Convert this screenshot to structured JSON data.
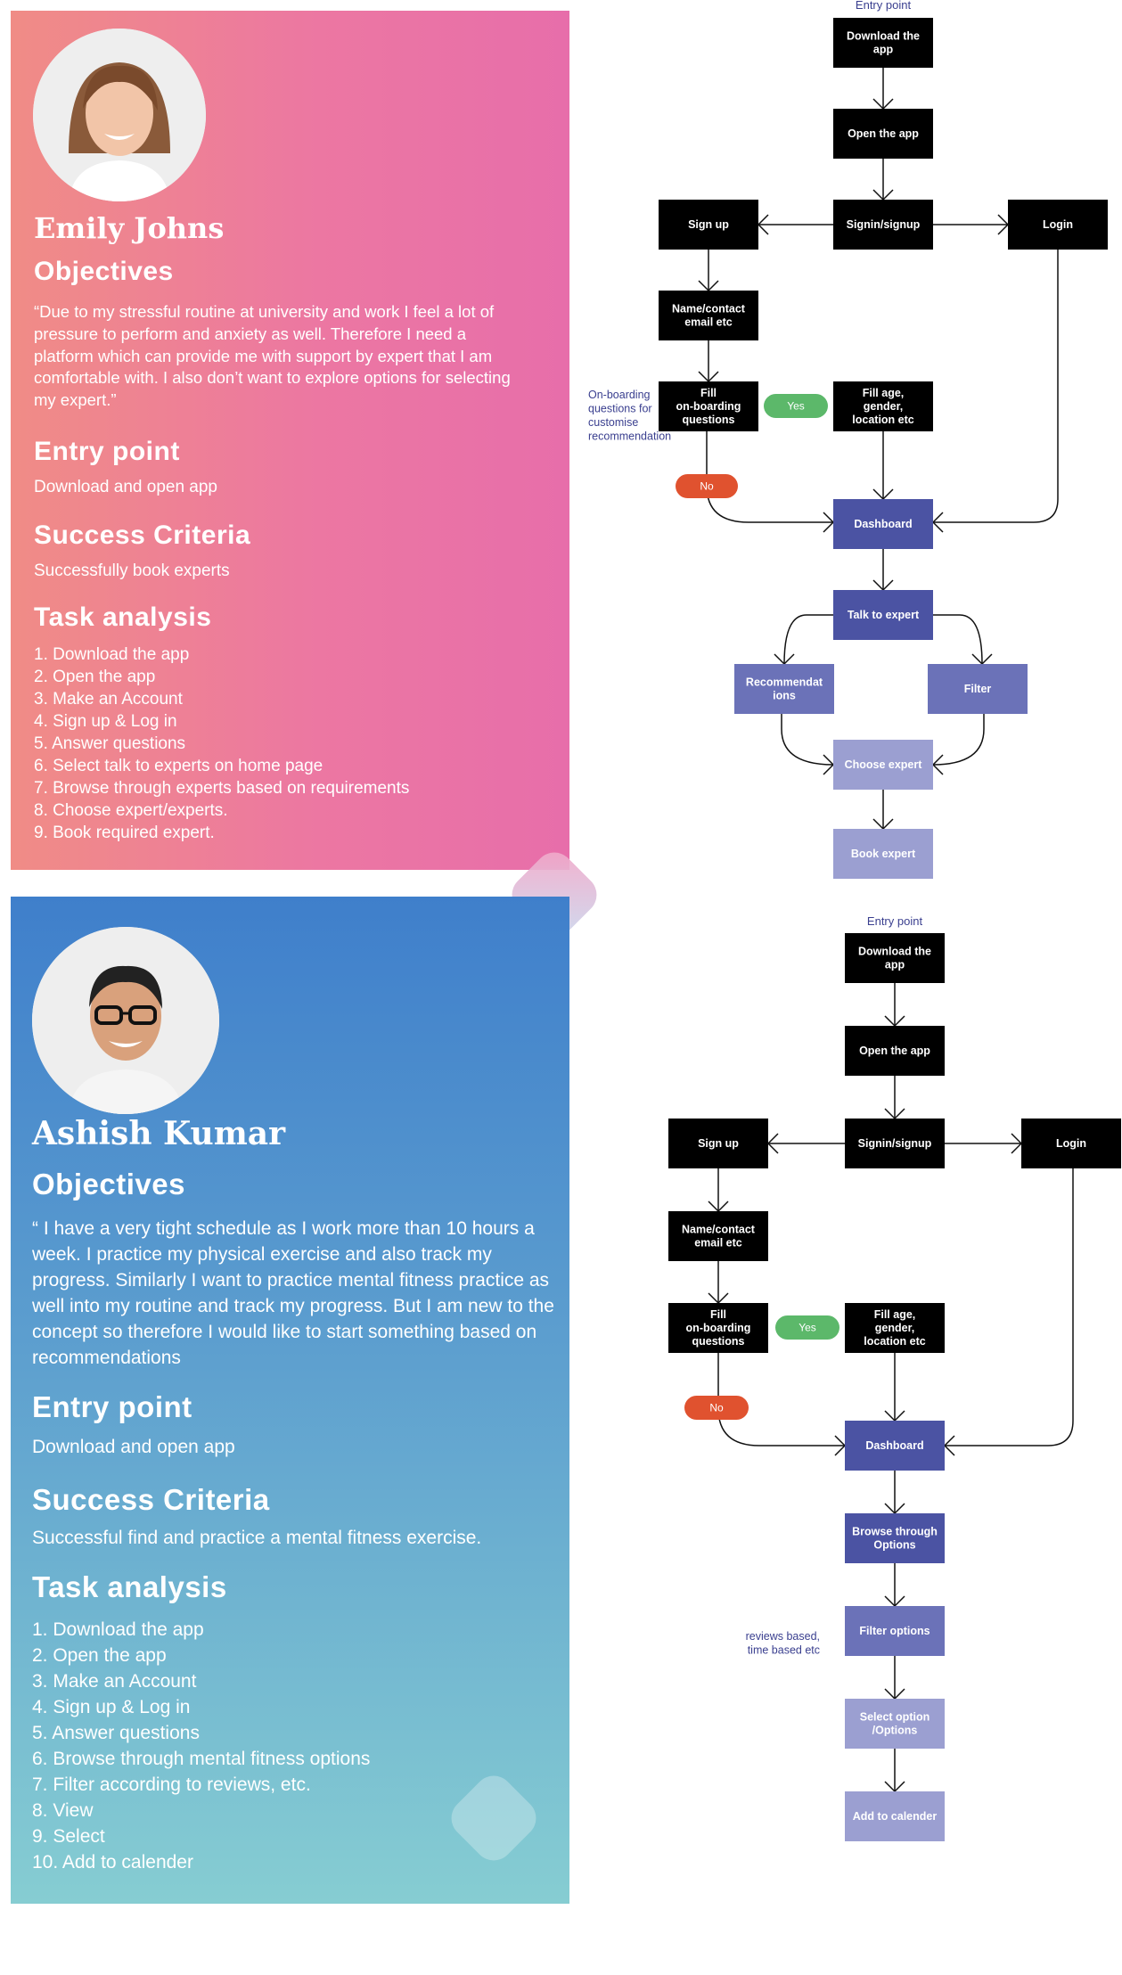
{
  "personas": [
    {
      "name": "Emily Johns",
      "objectives_heading": "Objectives",
      "objectives": "“Due to my stressful routine at university and work I feel a lot of pressure to perform and anxiety as well. Therefore I need a platform which can provide me with support by expert that I am comfortable with. I also don’t want to explore options for selecting my expert.”",
      "entry_heading": "Entry point",
      "entry": "Download and open app",
      "success_heading": "Success Criteria",
      "success": "Successfully book experts",
      "task_heading": "Task analysis",
      "tasks": [
        "1. Download the app",
        "2. Open the app",
        "3. Make an Account",
        "4. Sign up & Log in",
        "5. Answer questions",
        "6. Select talk to experts on home page",
        "7. Browse through experts based on requirements",
        "8. Choose expert/experts.",
        "9. Book required expert."
      ]
    },
    {
      "name": "Ashish Kumar",
      "objectives_heading": "Objectives",
      "objectives": "“ I have a very tight schedule as I work more than 10 hours a week. I practice my physical exercise and also track my progress. Similarly I want to practice mental fitness practice as well into my routine and track my progress. But I am new to the concept so therefore I would like to start something based on recommendations",
      "entry_heading": "Entry point",
      "entry": "Download and open app",
      "success_heading": "Success Criteria",
      "success": "Successful find and practice a mental fitness exercise.",
      "task_heading": "Task analysis",
      "tasks": [
        "1. Download the app",
        "2. Open the app",
        "3. Make an Account",
        "4. Sign up & Log in",
        "5. Answer questions",
        "6. Browse through mental fitness options",
        "7. Filter according to reviews, etc.",
        "8. View",
        "9. Select",
        "10. Add to calender"
      ]
    }
  ],
  "flow1": {
    "entry": "Entry point",
    "download": [
      "Download the",
      "app"
    ],
    "open": "Open the app",
    "signin": "Signin/signup",
    "signup": "Sign up",
    "login": "Login",
    "name": [
      "Name/contact",
      "email etc"
    ],
    "fill": [
      "Fill",
      "on-boarding",
      "questions"
    ],
    "yes": "Yes",
    "fillage": [
      "Fill age,",
      "gender,",
      "location etc"
    ],
    "note": [
      "On-boarding",
      "questions for",
      "customise",
      "recommendation"
    ],
    "no": "No",
    "dashboard": "Dashboard",
    "talk": "Talk to expert",
    "recs": [
      "Recommendat",
      "ions"
    ],
    "filter": "Filter",
    "choose": "Choose expert",
    "book": "Book expert"
  },
  "flow2": {
    "entry": "Entry point",
    "download": [
      "Download the",
      "app"
    ],
    "open": "Open the app",
    "signin": "Signin/signup",
    "signup": "Sign up",
    "login": "Login",
    "name": [
      "Name/contact",
      "email etc"
    ],
    "fill": [
      "Fill",
      "on-boarding",
      "questions"
    ],
    "yes": "Yes",
    "fillage": [
      "Fill age,",
      "gender,",
      "location etc"
    ],
    "no": "No",
    "dashboard": "Dashboard",
    "browse": [
      "Browse through",
      "Options"
    ],
    "filteropts": "Filter options",
    "filternote": [
      "reviews based,",
      "time based etc"
    ],
    "select": [
      "Select option",
      "/Options"
    ],
    "add": "Add to calender"
  },
  "colors": {
    "black_node": "#000000",
    "dashboard_node": "#4b53a3",
    "mid_node": "#6b72b8",
    "light_node": "#9b9fd1",
    "yes": "#5cb86a",
    "no": "#e0522f",
    "annotation": "#3a3f8f"
  }
}
